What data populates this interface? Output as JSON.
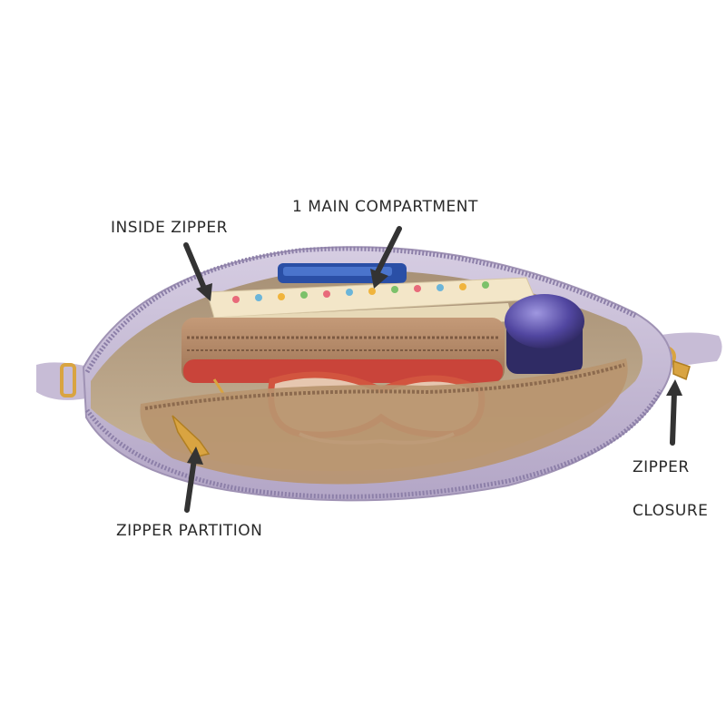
{
  "callouts": {
    "inside_zipper": "INSIDE ZIPPER",
    "main_compartment": "1 MAIN COMPARTMENT",
    "zipper": "ZIPPER",
    "closure": "CLOSURE",
    "zipper_partition": "ZIPPER PARTITION"
  },
  "colors": {
    "background": "#ffffff",
    "bag_shell": "#c9bfd6",
    "bag_shadow": "#a99cbc",
    "lining": "#bfa88a",
    "pouch": "#b58a6a",
    "pouch_trim": "#c9443a",
    "sunglasses_frame": "#d2553f",
    "jar_lid": "#5b4fa8",
    "notebook": "#f3e6c8",
    "hardware_gold": "#d9a441",
    "arrow": "#333333",
    "text": "#2a2a2a"
  }
}
